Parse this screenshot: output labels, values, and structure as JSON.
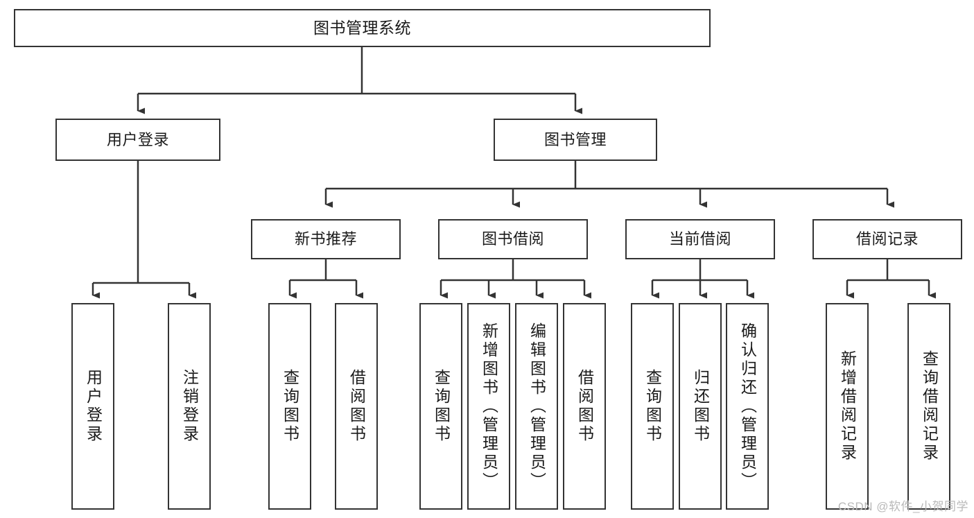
{
  "diagram": {
    "title": "图书管理系统",
    "type": "tree",
    "watermark": "CSDN @软件_小贺同学",
    "colors": {
      "border": "#333333",
      "background": "#ffffff",
      "text": "#1a1a1a",
      "connector": "#333333",
      "watermark": "#b9b9b9"
    },
    "nodes": {
      "root": {
        "label": "图书管理系统"
      },
      "level2": [
        {
          "id": "user-login",
          "label": "用户登录"
        },
        {
          "id": "book-manage",
          "label": "图书管理"
        }
      ],
      "level3": [
        {
          "id": "new-book-recommend",
          "label": "新书推荐"
        },
        {
          "id": "book-borrow",
          "label": "图书借阅"
        },
        {
          "id": "current-borrow",
          "label": "当前借阅"
        },
        {
          "id": "borrow-record",
          "label": "借阅记录"
        }
      ],
      "leaves": {
        "user-login": [
          {
            "id": "leaf-user-login",
            "label": "用户登录"
          },
          {
            "id": "leaf-user-logout",
            "label": "注销登录"
          }
        ],
        "new-book-recommend": [
          {
            "id": "leaf-query-book-1",
            "label": "查询图书"
          },
          {
            "id": "leaf-borrow-book-1",
            "label": "借阅图书"
          }
        ],
        "book-borrow": [
          {
            "id": "leaf-query-book-2",
            "label": "查询图书"
          },
          {
            "id": "leaf-add-book",
            "label": "新增图书（管理员）"
          },
          {
            "id": "leaf-edit-book",
            "label": "编辑图书（管理员）"
          },
          {
            "id": "leaf-borrow-book-2",
            "label": "借阅图书"
          }
        ],
        "current-borrow": [
          {
            "id": "leaf-query-book-3",
            "label": "查询图书"
          },
          {
            "id": "leaf-return-book",
            "label": "归还图书"
          },
          {
            "id": "leaf-confirm-return",
            "label": "确认归还（管理员）"
          }
        ],
        "borrow-record": [
          {
            "id": "leaf-add-borrow-record",
            "label": "新增借阅记录"
          },
          {
            "id": "leaf-query-borrow-record",
            "label": "查询借阅记录"
          }
        ]
      }
    }
  }
}
